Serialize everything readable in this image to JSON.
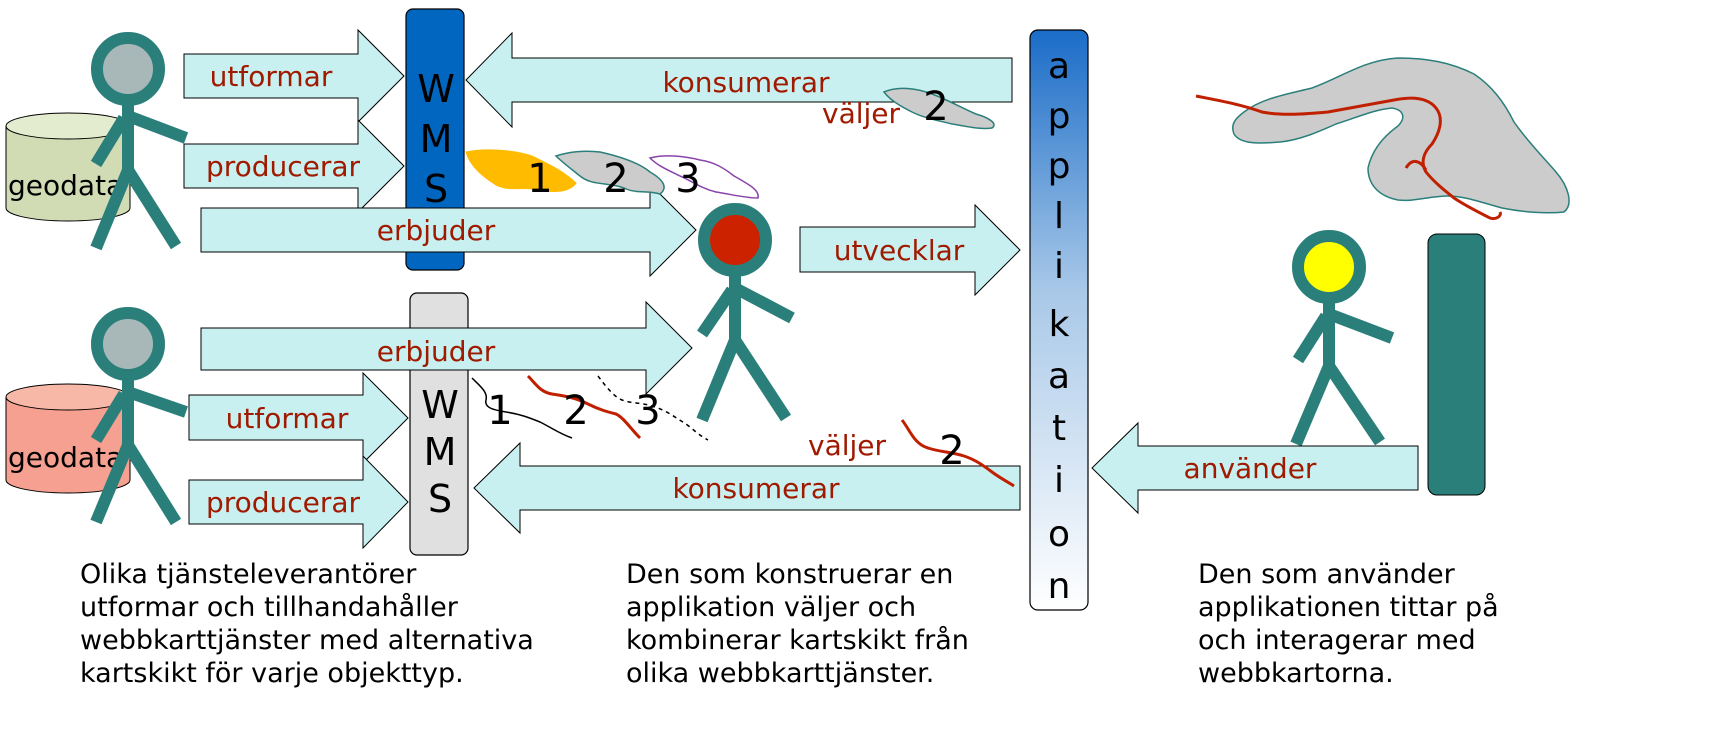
{
  "arrows": {
    "utformar_top": "utformar",
    "producerar_top": "producerar",
    "erbjuder_top": "erbjuder",
    "konsumerar_top": "konsumerar",
    "utvecklar": "utvecklar",
    "erbjuder_bottom": "erbjuder",
    "utformar_bottom": "utformar",
    "producerar_bottom": "producerar",
    "konsumerar_bottom": "konsumerar",
    "anvander": "använder"
  },
  "labels": {
    "valjer_top": "väljer",
    "valjer_bottom": "väljer",
    "geodata_top": "geodata",
    "geodata_bottom": "geodata"
  },
  "wms_top": [
    "W",
    "M",
    "S"
  ],
  "wms_bottom": [
    "W",
    "M",
    "S"
  ],
  "applikation": [
    "a",
    "p",
    "p",
    "l",
    "i",
    "k",
    "a",
    "t",
    "i",
    "o",
    "n"
  ],
  "layer_numbers": {
    "top": [
      "1",
      "2",
      "3"
    ],
    "bottom": [
      "1",
      "2",
      "3"
    ],
    "selected_top": "2",
    "selected_bottom": "2"
  },
  "captions": {
    "left": "Olika tjänsteleverantörer\nutformar och tillhandahåller\nwebbkarttjänster med alternativa\nkartskikt för varje objekttyp.",
    "middle": "Den som konstruerar en\napplikation väljer och\nkombinerar kartskikt från\nolika webbkarttjänster.",
    "right": "Den som använder\napplikationen tittar på\noch interagerar med\nwebbkartorna."
  },
  "colors": {
    "arrow_fill": "#c8f0f0",
    "label_text": "#a01a00",
    "wms_top_bar": "#0066c0",
    "wms_bottom_bar": "#e0e0e0",
    "person": "#2a7f7a",
    "provider_head": "#a8b8b8",
    "developer_head": "#cc2200",
    "user_head": "#ffff00",
    "geodata_top": "#d2dcb4",
    "geodata_bottom": "#f5a090",
    "screen": "#2a7f7a",
    "polygon_grey": "#cccccc",
    "polygon_orange": "#ffbb00",
    "line_red": "#c02000"
  }
}
